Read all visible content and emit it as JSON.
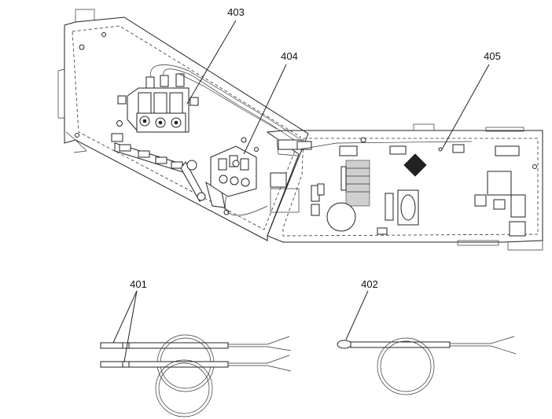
{
  "callouts": [
    {
      "id": "c403",
      "label": "403"
    },
    {
      "id": "c404",
      "label": "404"
    },
    {
      "id": "c405",
      "label": "405"
    },
    {
      "id": "c401",
      "label": "401"
    },
    {
      "id": "c402",
      "label": "402"
    }
  ],
  "colors": {
    "line": "#222222",
    "chip": "#222222",
    "background": "#ffffff"
  }
}
